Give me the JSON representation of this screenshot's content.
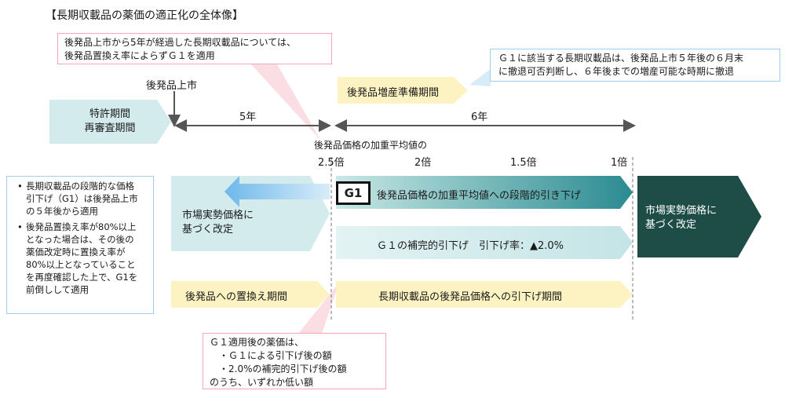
{
  "title": "【長期収載品の薬価の適正化の全体像】",
  "callouts": {
    "top_left": [
      "後発品上市から5年が経過した長期収載品については、",
      "後発品置換え率によらずＧ１を適用"
    ],
    "top_right": [
      "Ｇ１に該当する長期収載品は、後発品上市５年後の６月末",
      "に撤退可否判断し、６年後までの増産可能な時期に撤退"
    ],
    "left": [
      "長期収載品の段階的な価格引下げ（G1）は後発品上市の５年後から適用",
      "後発品置換え率が80%以上となった場合は、その後の薬価改定時に置換え率が80%以上となっていることを再度確認した上で、G1を前倒しして適用"
    ],
    "left_lines": [
      [
        "長期収載品の段階的な価格",
        "引下げ（G1）は後発品上市",
        "の５年後から適用"
      ],
      [
        "後発品置換え率が80%以上",
        "となった場合は、その後の",
        "薬価改定時に置換え率が",
        "80%以上となっていること",
        "を再度確認した上で、G1を",
        "前倒しして適用"
      ]
    ],
    "bottom": [
      "Ｇ１適用後の薬価は、",
      "　・Ｇ１による引下げ後の額",
      "　・2.0%の補完的引下げ後の額",
      "のうち、いずれか低い額"
    ]
  },
  "timeline": {
    "generic_launch": "後発品上市",
    "patent_period": [
      "特許期間",
      "再審査期間"
    ],
    "five_years": "5年",
    "six_years": "6年",
    "production_prep": "後発品増産準備期間",
    "weighted_avg_label": "後発品価格の加重平均値の",
    "multipliers": [
      "2.5倍",
      "2倍",
      "1.5倍",
      "1倍"
    ]
  },
  "shapes": {
    "market_revision_left": [
      "市場実勢価格に",
      "基づく改定"
    ],
    "g1_badge": "G1",
    "g1_stepwise": "後発品価格の加重平均値への段階的引き下げ",
    "g1_supplementary": "Ｇ１の補完的引下げ　引下げ率：▲2.0%",
    "market_revision_right": [
      "市場実勢価格に",
      "基づく改定"
    ],
    "replacement_period": "後発品への置換え期間",
    "reduction_period": "長期収載品の後発品価格への引下げ期間"
  },
  "colors": {
    "teal_light": "#d4ebee",
    "teal_gradient_start": "#c9e8e6",
    "teal_gradient_end": "#2a8b91",
    "dark_green": "#1e4d47",
    "yellow": "#fdf3c2",
    "blue_arrow": "#4ea6e0",
    "pink": "#f2a8b8",
    "light_blue": "#9fcdeb"
  }
}
